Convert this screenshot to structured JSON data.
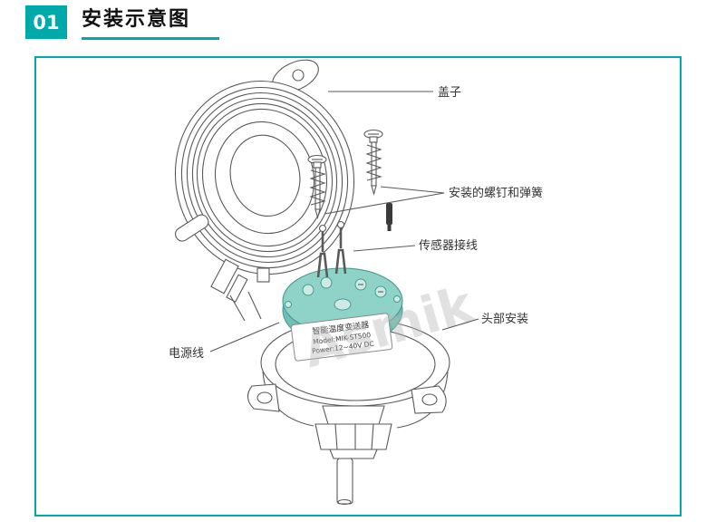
{
  "header": {
    "number": "01",
    "title": "安装示意图"
  },
  "diagram": {
    "callouts": {
      "cover": "盖子",
      "screws_springs": "安装的螺钉和弹簧",
      "sensor_wiring": "传感器接线",
      "head_mount": "头部安装",
      "power_cable": "电源线"
    },
    "device_label": {
      "line1": "智能温度变送器",
      "line2": "Model:MIK-ST500",
      "line3": "Power:12~40V DC"
    },
    "watermark": "Asmik"
  },
  "colors": {
    "accent": "#00AAAA",
    "device_teal": "#8FD3C8",
    "device_teal_dark": "#6FBFB4",
    "outline": "#5a5a5a"
  }
}
